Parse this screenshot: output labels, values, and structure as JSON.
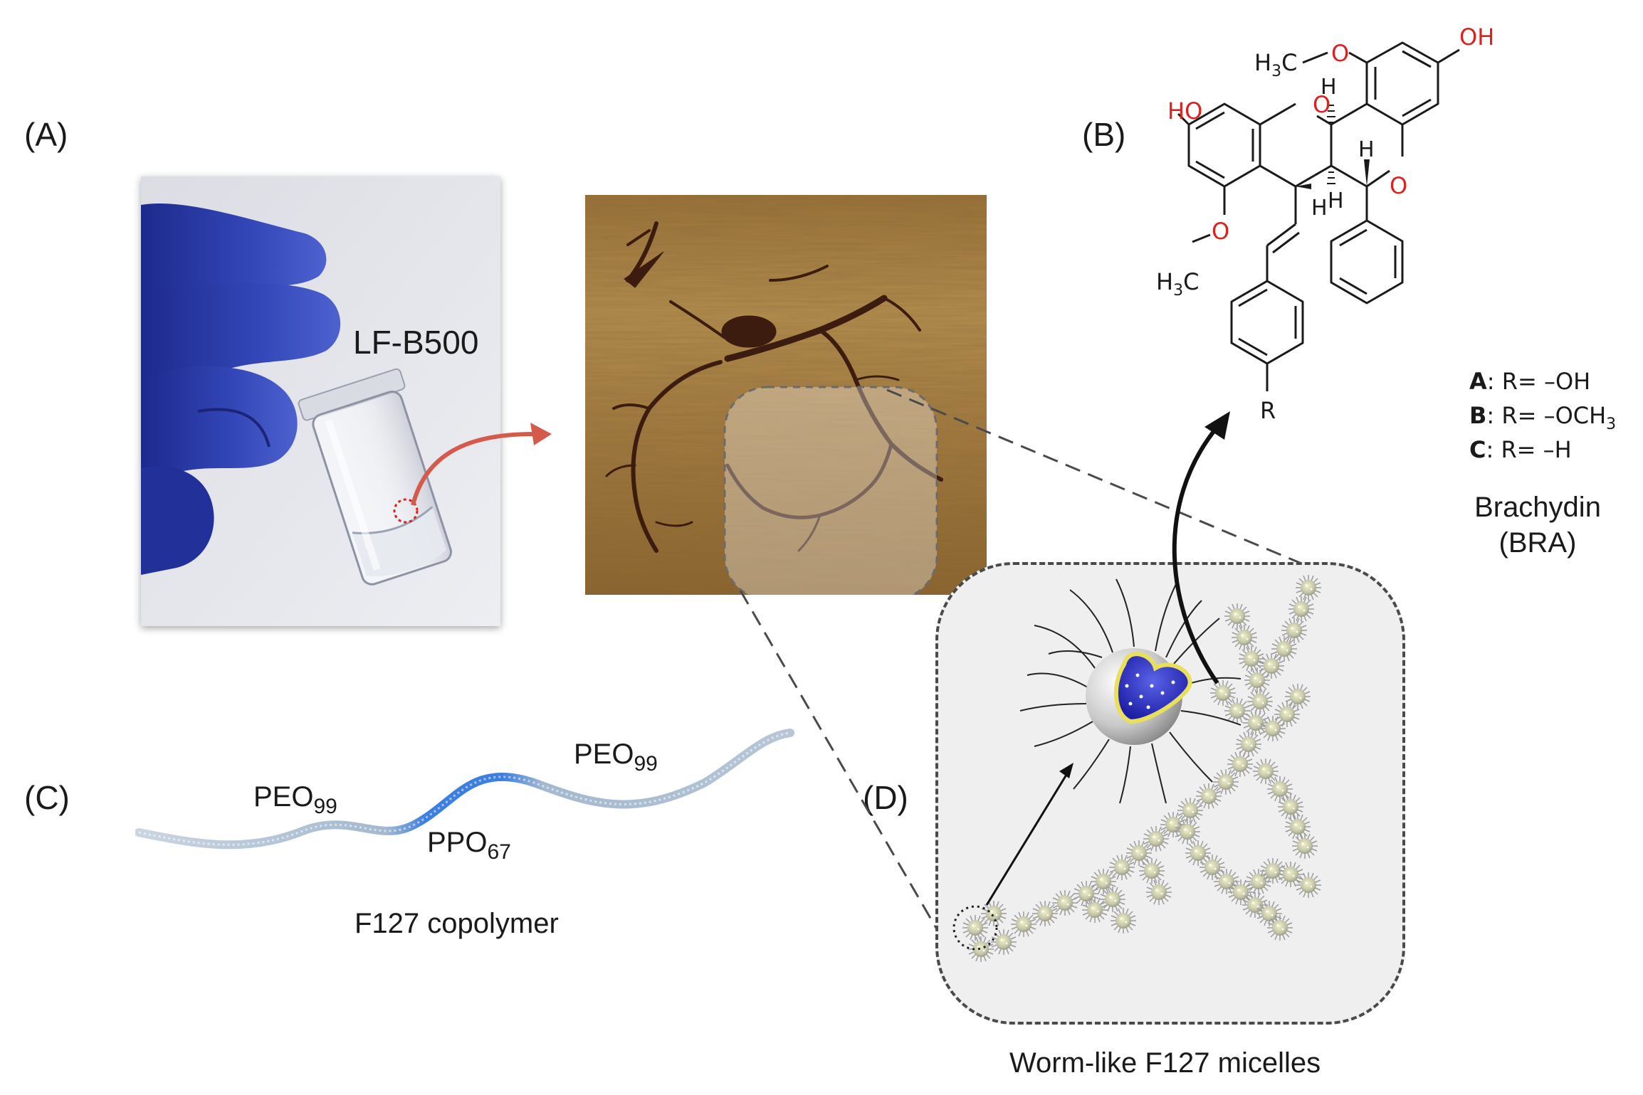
{
  "panels": {
    "a": "(A)",
    "b": "(B)",
    "c": "(C)",
    "d": "(D)"
  },
  "photo": {
    "sample_label": "LF-B500"
  },
  "molecule": {
    "ho_left": "HO",
    "oh_right": "OH",
    "h3c_top": "H",
    "h3c_top_sub": "3",
    "h3c_top_tail": "C",
    "h3c_bottom": "H",
    "h3c_bottom_sub": "3",
    "h3c_bottom_tail": "C",
    "o_ring1": "O",
    "o_ring2": "O",
    "o_methoxy1": "O",
    "o_methoxy2": "O",
    "h1": "H",
    "h2": "H",
    "h3": "H",
    "h4": "H",
    "r_group": "R",
    "variants": [
      {
        "letter": "A",
        "text": ": R= –OH",
        "sub": ""
      },
      {
        "letter": "B",
        "text": ": R= –OCH",
        "sub": "3"
      },
      {
        "letter": "C",
        "text": ": R= –H",
        "sub": ""
      }
    ],
    "name_line1": "Brachydin",
    "name_line2": "(BRA)"
  },
  "copolymer": {
    "peo_left": "PEO",
    "peo_left_sub": "99",
    "ppo": "PPO",
    "ppo_sub": "67",
    "peo_right": "PEO",
    "peo_right_sub": "99",
    "caption": "F127 copolymer"
  },
  "micelles": {
    "caption": "Worm-like F127 micelles"
  },
  "colors": {
    "glove": "#2f3fae",
    "afm_bg": "#a0793b",
    "afm_dark": "#3b1c0e",
    "ppo_blue": "#3d7fe0",
    "peo_grey": "#a9bcd2",
    "red_atom": "#d9231f",
    "arrow_red": "#d45a4c",
    "core_blue": "#2626b8",
    "micelle_shell": "#e8e6b5"
  }
}
